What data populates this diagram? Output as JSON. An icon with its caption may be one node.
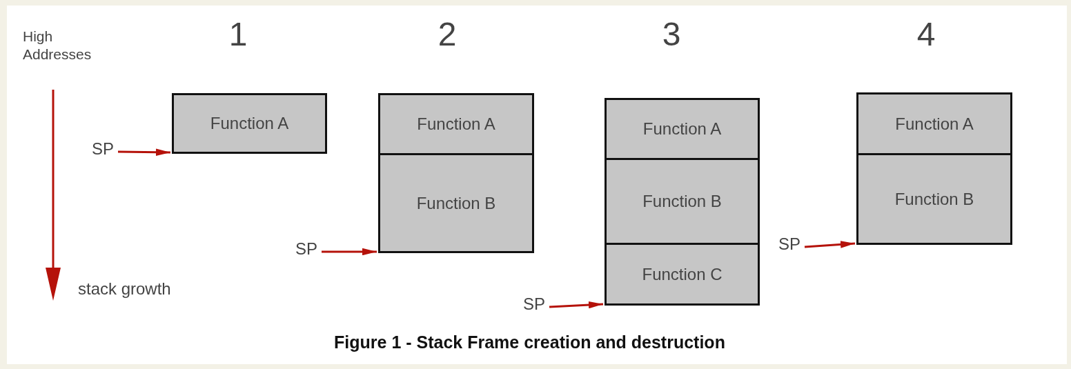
{
  "diagram": {
    "caption": "Figure 1 - Stack Frame creation and destruction",
    "nodes": [
      {
        "text": [
          "Function A"
        ]
      },
      {
        "text": [
          "SP"
        ]
      },
      {
        "text": [
          "Function A"
        ]
      },
      {
        "text": [
          "Function B"
        ]
      },
      {
        "text": [
          "SP"
        ]
      },
      {
        "text": [
          "Function A"
        ]
      },
      {
        "text": [
          "Function B"
        ]
      },
      {
        "text": [
          "Function C"
        ]
      },
      {
        "text": [
          "SP"
        ]
      },
      {
        "text": [
          "Function A"
        ]
      },
      {
        "text": [
          "Function B"
        ]
      },
      {
        "text": [
          "SP"
        ]
      }
    ],
    "edges": [
      {
        "from": 1,
        "to": 0,
        "arrow": "to"
      },
      {
        "from": 4,
        "to": 3,
        "arrow": "to"
      },
      {
        "from": 8,
        "to": 7,
        "arrow": "to"
      },
      {
        "from": 11,
        "to": 10,
        "arrow": "to"
      }
    ],
    "labels": [
      "High Addresses",
      "1",
      "2",
      "3",
      "4",
      "stack growth"
    ]
  }
}
